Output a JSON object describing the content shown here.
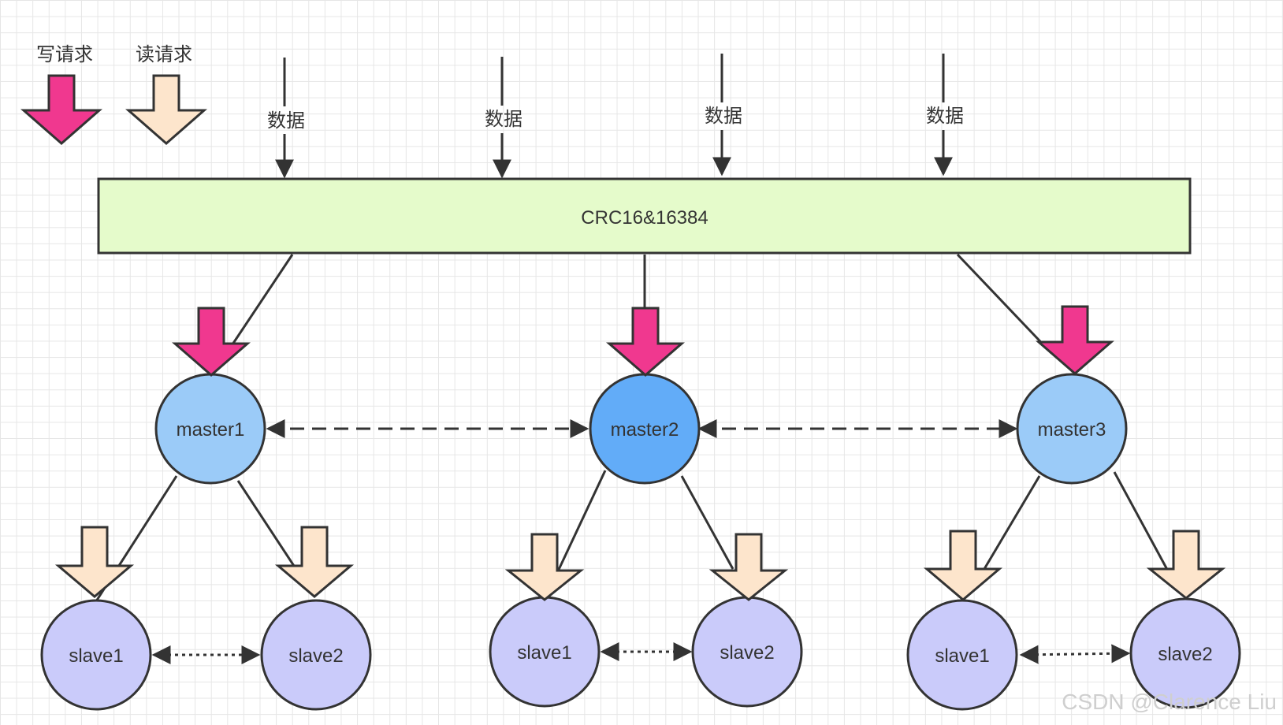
{
  "legend": {
    "write_label": "写请求",
    "read_label": "读请求"
  },
  "data_labels": [
    "数据",
    "数据",
    "数据",
    "数据"
  ],
  "hash_bar": {
    "label": "CRC16&16384"
  },
  "groups": [
    {
      "master": "master1",
      "slaves": [
        "slave1",
        "slave2"
      ]
    },
    {
      "master": "master2",
      "slaves": [
        "slave1",
        "slave2"
      ]
    },
    {
      "master": "master3",
      "slaves": [
        "slave1",
        "slave2"
      ]
    }
  ],
  "watermark": "CSDN @Clarence Liu",
  "colors": {
    "write_arrow": "#f0388f",
    "read_arrow": "#fde5cc",
    "hash_bar": "#e5fbcb",
    "master": "#9bcbf8",
    "master_active": "#62acf8",
    "slave": "#cacbfa",
    "stroke": "#333333"
  }
}
